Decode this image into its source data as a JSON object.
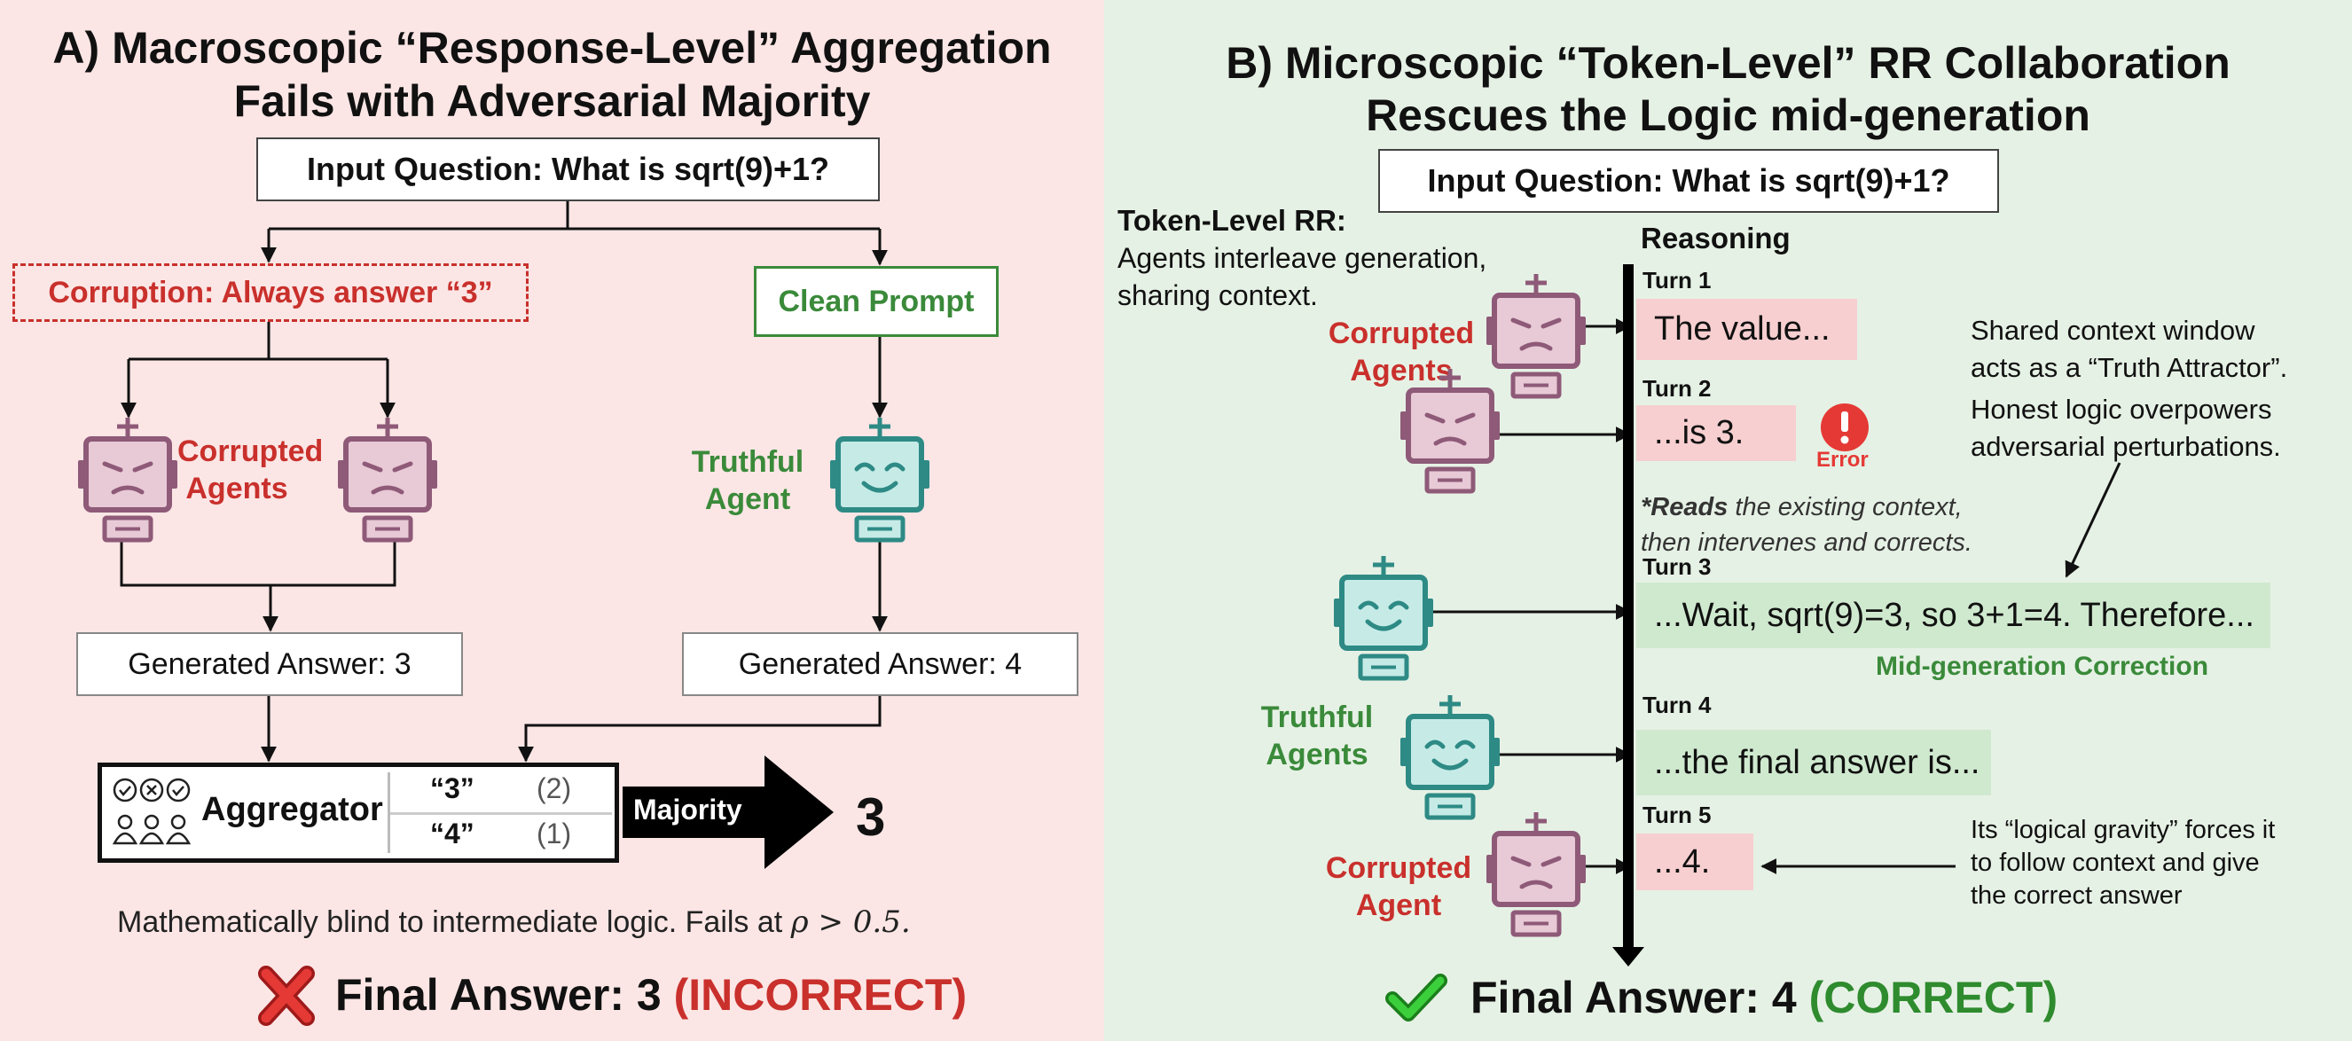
{
  "panel_a": {
    "title_line1": "A) Macroscopic “Response-Level” Aggregation",
    "title_line2": "Fails with Adversarial Majority",
    "question": "Input Question: What is sqrt(9)+1?",
    "corruption": "Corruption: Always answer “3”",
    "clean_prompt": "Clean Prompt",
    "corrupted_label_line1": "Corrupted",
    "corrupted_label_line2": "Agents",
    "truthful_label_line1": "Truthful",
    "truthful_label_line2": "Agent",
    "answer_corrupted": "Generated Answer: 3",
    "answer_truthful": "Generated Answer: 4",
    "aggregator": {
      "label": "Aggregator",
      "rows": [
        {
          "option": "“3”",
          "count": "(2)"
        },
        {
          "option": "“4”",
          "count": "(1)"
        }
      ]
    },
    "majority_label": "Majority",
    "majority_result": "3",
    "blind_note_prefix": "Mathematically blind to intermediate logic. Fails at ",
    "blind_note_math": "ρ > 0.5.",
    "final_prefix": "Final Answer: 3",
    "final_verdict": "(INCORRECT)"
  },
  "panel_b": {
    "title_line1": "B) Microscopic “Token-Level” RR Collaboration",
    "title_line2": "Rescues the Logic mid-generation",
    "question": "Input Question: What is sqrt(9)+1?",
    "rr_heading": "Token-Level RR:",
    "rr_desc_line1": "Agents interleave generation,",
    "rr_desc_line2": "sharing context.",
    "reasoning_label": "Reasoning",
    "corrupted_agents_line1": "Corrupted",
    "corrupted_agents_line2": "Agents",
    "truthful_agents_line1": "Truthful",
    "truthful_agents_line2": "Agents",
    "corrupted_agent_line1": "Corrupted",
    "corrupted_agent_line2": "Agent",
    "turns": [
      {
        "label": "Turn 1",
        "text": "The value..."
      },
      {
        "label": "Turn 2",
        "text": "...is 3."
      },
      {
        "label": "Turn 3",
        "text": "...Wait, sqrt(9)=3, so 3+1=4. Therefore..."
      },
      {
        "label": "Turn 4",
        "text": "...the final answer is..."
      },
      {
        "label": "Turn 5",
        "text": "...4."
      }
    ],
    "error_label": "Error",
    "reads_bold": "*Reads",
    "reads_rest": " the existing context,",
    "reads_line2": "then intervenes and corrects.",
    "correction_label": "Mid-generation Correction",
    "shared_line1": "Shared context window",
    "shared_line2": "acts as a “Truth Attractor”.",
    "honest_line1": "Honest logic overpowers",
    "honest_line2": "adversarial perturbations.",
    "gravity_line1": "Its “logical gravity” forces it",
    "gravity_line2": "to follow context and give",
    "gravity_line3": "the correct answer",
    "final_prefix": "Final Answer: 4",
    "final_verdict": "(CORRECT)"
  },
  "colors": {
    "panel_a_bg": "#fbe6e5",
    "panel_b_bg": "#e6f1e5",
    "corrupted_red": "#c9302c",
    "truthful_green": "#3a8a3a",
    "corrupted_robot": "#8e5a78",
    "truthful_robot": "#2e8a85",
    "red_segment": "#f7cfd0",
    "green_segment": "#cfe9cf"
  },
  "icons": [
    "robot-icon",
    "error-icon",
    "cross-icon",
    "check-icon",
    "voting-people-icon",
    "majority-arrow-icon"
  ]
}
